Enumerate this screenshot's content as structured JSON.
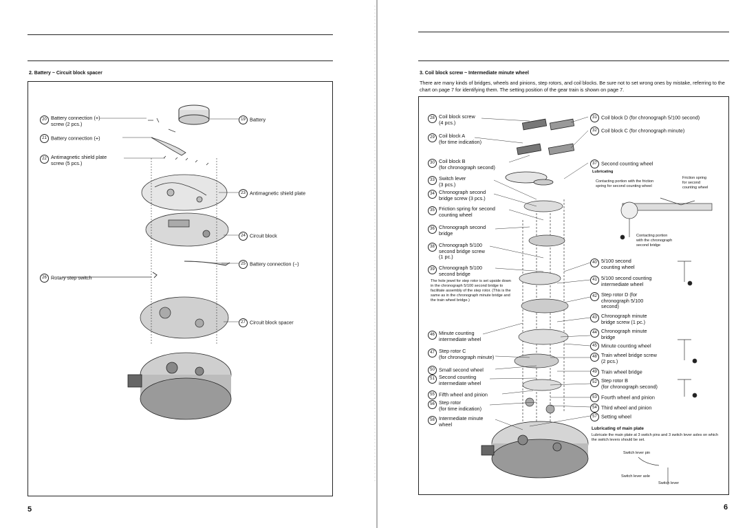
{
  "left": {
    "heading": "2. Battery ~ Circuit block spacer",
    "page_number": "5",
    "labels": [
      {
        "num": "20",
        "text": "Battery connection (+)\nscrew (2 pcs.)"
      },
      {
        "num": "21",
        "text": "Battery connection (+)"
      },
      {
        "num": "22",
        "text": "Antimagnetic shield plate\nscrew (5 pcs.)"
      },
      {
        "num": "26",
        "text": "Rotary step switch"
      },
      {
        "num": "19",
        "text": "Battery"
      },
      {
        "num": "23",
        "text": "Antimagnetic shield plate"
      },
      {
        "num": "24",
        "text": "Circuit block"
      },
      {
        "num": "25",
        "text": "Battery connection (−)"
      },
      {
        "num": "27",
        "text": "Circuit block spacer"
      }
    ]
  },
  "right": {
    "heading": "3. Coil block screw ~ Intermediate minute wheel",
    "intro": "There are many kinds of bridges, wheels and pinions, step rotors, and coil blocks. Be sure not to set wrong ones by mistake, referring to the chart on page 7 for identifying them. The setting position of the gear train is shown on page 7.",
    "page_number": "6",
    "left_labels": [
      {
        "num": "28",
        "text": "Coil block screw\n(4 pcs.)"
      },
      {
        "num": "29",
        "text": "Coil block A\n(for time indication)"
      },
      {
        "num": "30",
        "text": "Coil block B\n(for chronograph second)"
      },
      {
        "num": "33",
        "text": "Switch lever\n(3 pcs.)"
      },
      {
        "num": "34",
        "text": "Chronograph second\nbridge screw (3 pcs.)"
      },
      {
        "num": "35",
        "text": "Friction spring for second\ncounting wheel"
      },
      {
        "num": "36",
        "text": "Chronograph second\nbridge"
      },
      {
        "num": "38",
        "text": "Chronograph 5/100\nsecond bridge screw\n(1 pc.)"
      },
      {
        "num": "39",
        "text": "Chronograph 5/100\nsecond bridge"
      },
      {
        "num": "46",
        "text": "Minute counting\nintermediate wheel"
      },
      {
        "num": "47",
        "text": "Step rotor C\n(for chronograph minute)"
      },
      {
        "num": "50",
        "text": "Small second wheel"
      },
      {
        "num": "51",
        "text": "Second counting\nintermediate wheel"
      },
      {
        "num": "55",
        "text": "Fifth wheel and pinion"
      },
      {
        "num": "56",
        "text": "Step rotor\n(for time indication)"
      },
      {
        "num": "58",
        "text": "Intermediate minute\nwheel"
      }
    ],
    "hole_jewel_note": "The hole jewel for step rotor is set upside down in the chronograph 5/100 second bridge to facilitate assembly of the step rotor. (This is the same as in the chronograph minute bridge and the train wheel bridge.)",
    "right_labels": [
      {
        "num": "31",
        "text": "Coil block D (for chronograph 5/100 second)"
      },
      {
        "num": "32",
        "text": "Coil block C (for chronograph minute)"
      },
      {
        "num": "37",
        "text": "Second counting wheel"
      },
      {
        "num": "40",
        "text": "5/100 second\ncounting wheel"
      },
      {
        "num": "41",
        "text": "5/100 second counting\nintermediate wheel"
      },
      {
        "num": "42",
        "text": "Step rotor D (for\nchronograph 5/100\nsecond)"
      },
      {
        "num": "43",
        "text": "Chronograph minute\nbridge screw (1 pc.)"
      },
      {
        "num": "44",
        "text": "Chronograph minute\nbridge"
      },
      {
        "num": "45",
        "text": "Minute counting wheel"
      },
      {
        "num": "48",
        "text": "Train wheel bridge screw\n(2 pcs.)"
      },
      {
        "num": "49",
        "text": "Train wheel bridge"
      },
      {
        "num": "52",
        "text": "Step rotor B\n(for chronograph second)"
      },
      {
        "num": "53",
        "text": "Fourth wheel and pinion"
      },
      {
        "num": "54",
        "text": "Third wheel and pinion"
      },
      {
        "num": "57",
        "text": "Setting wheel"
      }
    ],
    "lubricating": {
      "title": "Lubricating",
      "contacting": "Contacting portion with the friction\nspring for second counting wheel",
      "friction_spring": "Friction spring\nfor second\ncounting wheel",
      "contacting_bridge": "Contacting portion\nwith the chronograph\nsecond bridge"
    },
    "main_plate": {
      "title": "Lubricating of main plate",
      "text": "Lubricate the main plate at 3 switch pins and 3 switch lever axles on which the switch levers should be set.",
      "switch_lever_pin": "Switch lever pin",
      "switch_lever_axle": "Switch lever axle",
      "switch_lever": "Switch lever"
    }
  }
}
